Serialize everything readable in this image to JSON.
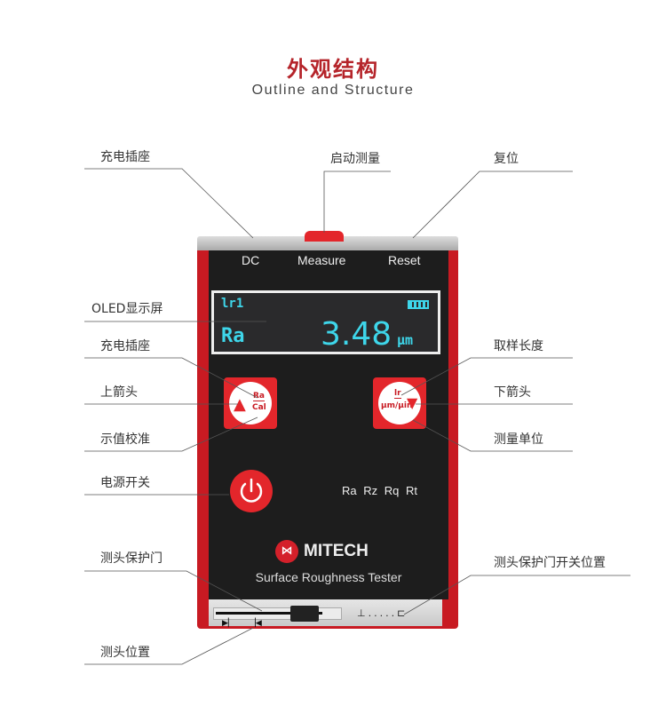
{
  "header": {
    "title": "外观结构",
    "subtitle": "Outline and Structure"
  },
  "device": {
    "top_labels": [
      "DC",
      "Measure",
      "Reset"
    ],
    "screen": {
      "mode": "lr1",
      "parameter": "Ra",
      "value": "3.48",
      "unit": "μm",
      "battery_icon": "battery-full-icon"
    },
    "up_key": {
      "top": "Ra",
      "bottom": "Cal"
    },
    "down_key": {
      "top": "lr",
      "bottom": "μm/μin"
    },
    "params": "Ra  Rz  Rq  Rt",
    "brand": "MITECH",
    "product": "Surface Roughness Tester"
  },
  "callouts": {
    "charging_port_top": "充电插座",
    "start": "启动测量",
    "reset": "复位",
    "oled": "OLED显示屏",
    "charging_port": "充电插座",
    "up_arrow": "上箭头",
    "calibration": "示值校准",
    "power": "电源开关",
    "probe_door": "测头保护门",
    "probe_position": "测头位置",
    "sample_length": "取样长度",
    "down_arrow": "下箭头",
    "unit": "测量单位",
    "door_switch": "测头保护门开关位置"
  },
  "colors": {
    "accent": "#b5242a",
    "body_red": "#c81a22",
    "screen_text": "#3ed6ea"
  }
}
